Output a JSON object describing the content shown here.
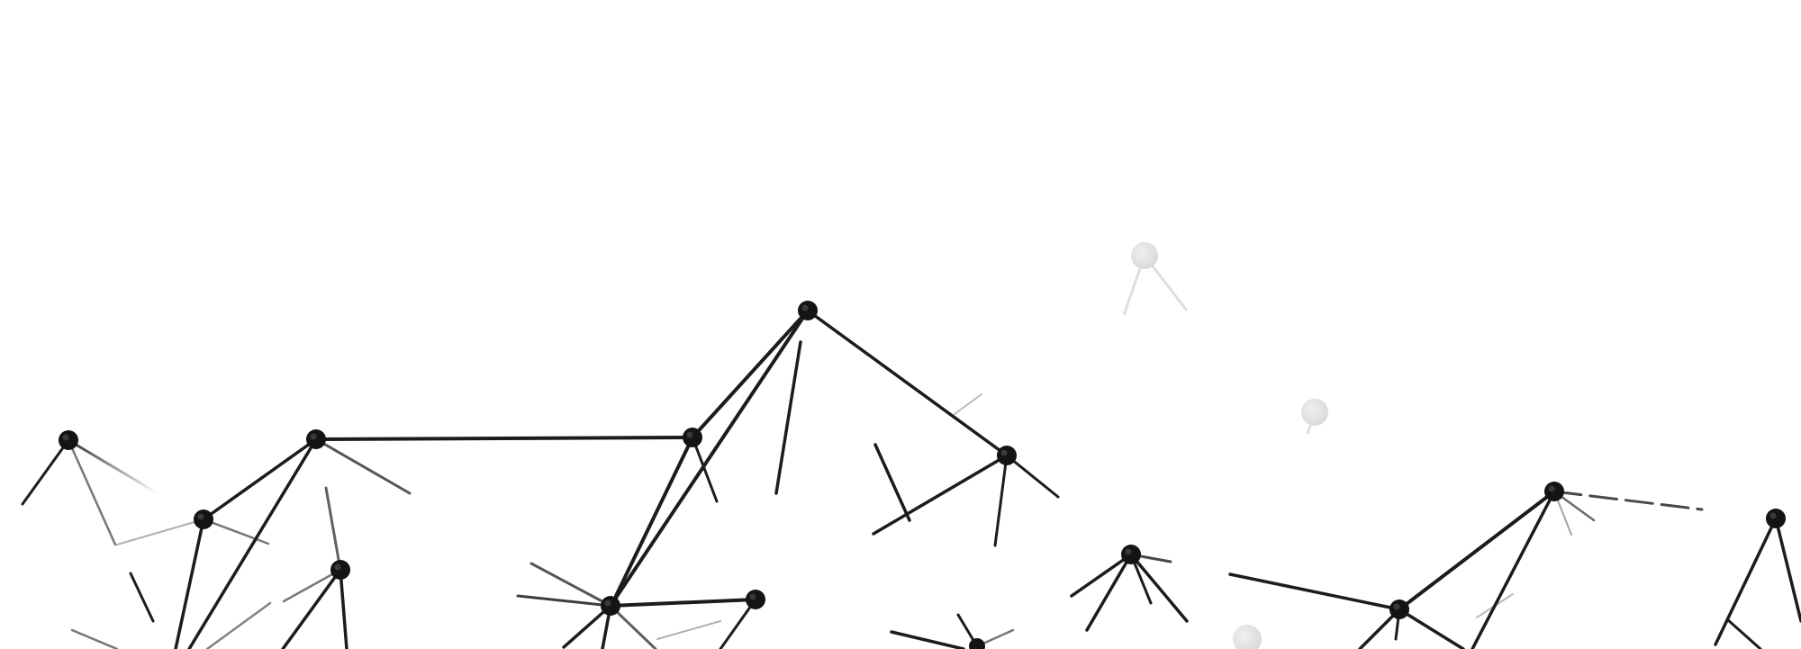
{
  "image": {
    "kind": "network mesh illustration",
    "colors": {
      "background": "#ffffff",
      "node": "#141414",
      "line": "#1c1c1c",
      "faded_node": "#d6d6d6"
    },
    "node_count": 18,
    "faded_node_count": 3
  }
}
